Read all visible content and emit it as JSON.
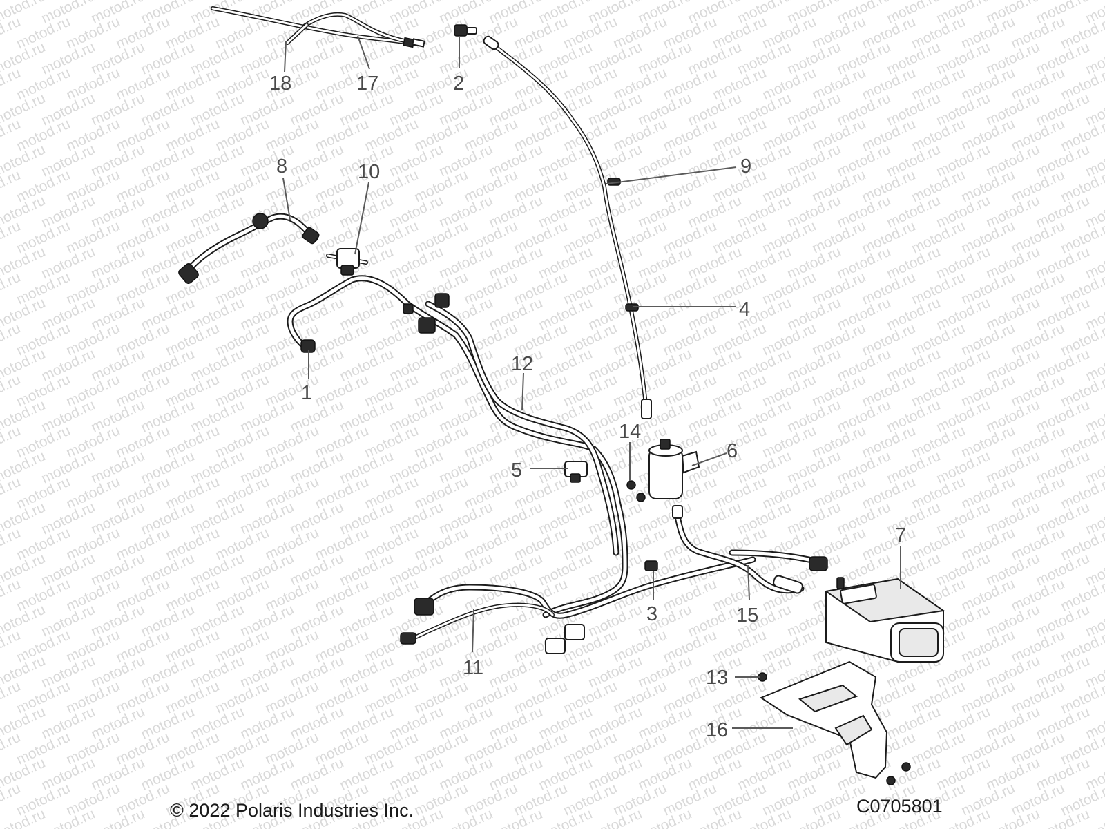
{
  "watermark_text": "motod.ru",
  "callouts": [
    {
      "id": "c1",
      "label": "1"
    },
    {
      "id": "c2",
      "label": "2"
    },
    {
      "id": "c3",
      "label": "3"
    },
    {
      "id": "c4",
      "label": "4"
    },
    {
      "id": "c5",
      "label": "5"
    },
    {
      "id": "c6",
      "label": "6"
    },
    {
      "id": "c7",
      "label": "7"
    },
    {
      "id": "c8",
      "label": "8"
    },
    {
      "id": "c9",
      "label": "9"
    },
    {
      "id": "c10",
      "label": "10"
    },
    {
      "id": "c11",
      "label": "11"
    },
    {
      "id": "c12",
      "label": "12"
    },
    {
      "id": "c13",
      "label": "13"
    },
    {
      "id": "c14",
      "label": "14"
    },
    {
      "id": "c15",
      "label": "15"
    },
    {
      "id": "c16",
      "label": "16"
    },
    {
      "id": "c17",
      "label": "17"
    },
    {
      "id": "c18",
      "label": "18"
    }
  ],
  "footer": {
    "copyright": "© 2022 Polaris Industries Inc.",
    "drawing_code": "C0705801"
  }
}
